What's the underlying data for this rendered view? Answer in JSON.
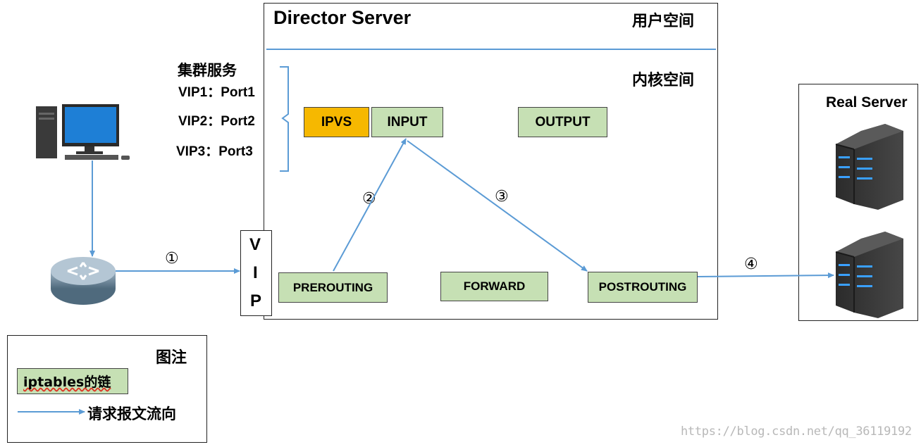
{
  "director": {
    "title": "Director Server",
    "user_space": "用户空间",
    "kernel_space": "内核空间"
  },
  "cluster": {
    "heading": "集群服务",
    "entries": [
      "VIP1：Port1",
      "VIP2：Port2",
      "VIP3：Port3"
    ]
  },
  "chains": {
    "ipvs": "IPVS",
    "input": "INPUT",
    "output": "OUTPUT",
    "prerouting": "PREROUTING",
    "forward": "FORWARD",
    "postrouting": "POSTROUTING"
  },
  "vip_letters": [
    "V",
    "I",
    "P"
  ],
  "steps": [
    "①",
    "②",
    "③",
    "④"
  ],
  "real_server": {
    "title": "Real Server"
  },
  "legend": {
    "title": "图注",
    "chain_label": "iptables的链",
    "arrow_label": "请求报文流向"
  },
  "watermark": "https://blog.csdn.net/qq_36119192",
  "colors": {
    "chain_fill": "#c6e0b4",
    "ipvs_fill": "#f6b800",
    "arrow": "#5b9bd5",
    "divider": "#5b9bd5"
  }
}
